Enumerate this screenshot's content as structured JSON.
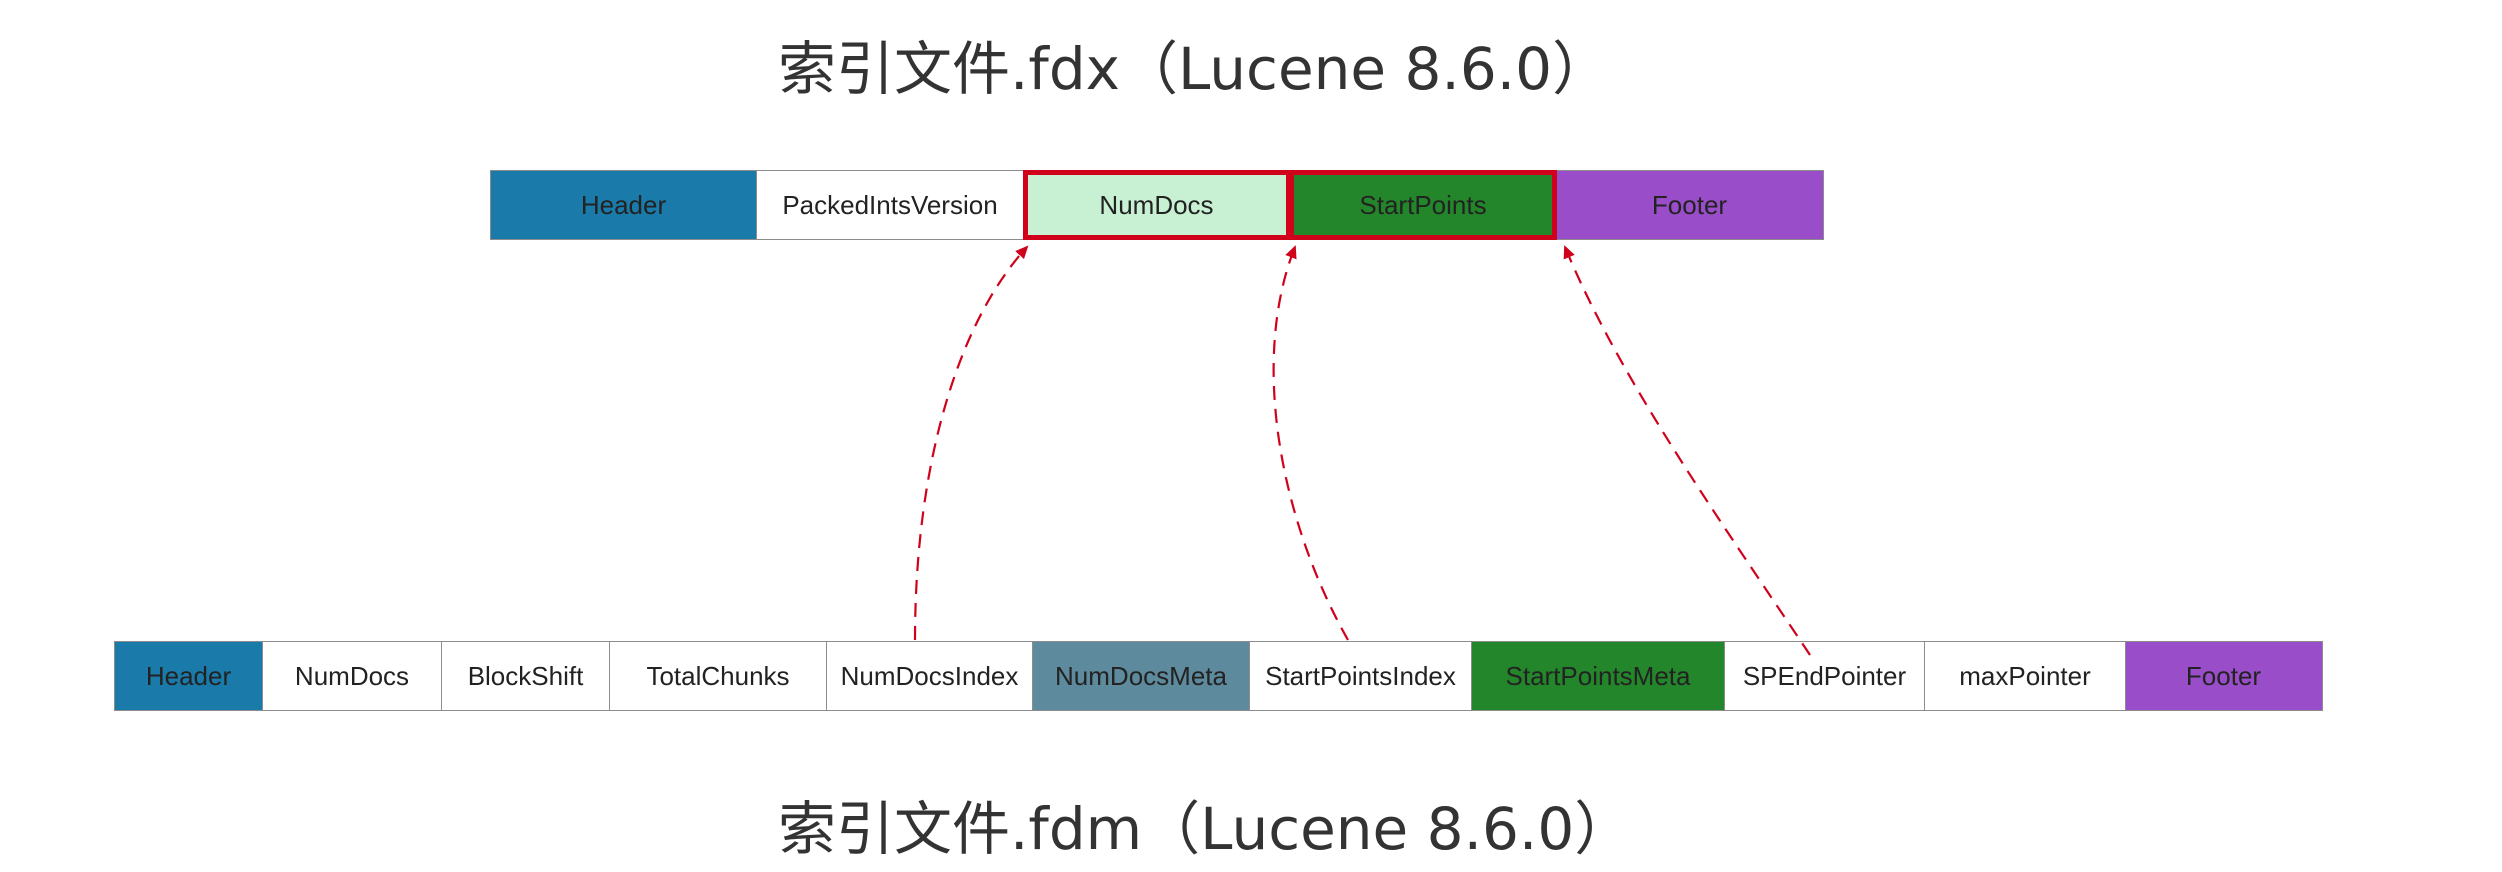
{
  "titles": {
    "fdx": "索引文件.fdx（Lucene 8.6.0）",
    "fdm": "索引文件.fdm（Lucene 8.6.0）"
  },
  "fdx_fields": [
    {
      "label": "Header",
      "color": "#1a7bab",
      "highlighted": false
    },
    {
      "label": "PackedIntsVersion",
      "color": "#ffffff",
      "highlighted": false
    },
    {
      "label": "NumDocs",
      "color": "#c8f0d2",
      "highlighted": true
    },
    {
      "label": "StartPoints",
      "color": "#23862a",
      "highlighted": true
    },
    {
      "label": "Footer",
      "color": "#9a4dc8",
      "highlighted": false
    }
  ],
  "fdm_fields": [
    {
      "label": "Header",
      "color": "#1a7bab"
    },
    {
      "label": "NumDocs",
      "color": "#ffffff"
    },
    {
      "label": "BlockShift",
      "color": "#ffffff"
    },
    {
      "label": "TotalChunks",
      "color": "#ffffff"
    },
    {
      "label": "NumDocsIndex",
      "color": "#ffffff"
    },
    {
      "label": "NumDocsMeta",
      "color": "#5d8a9c"
    },
    {
      "label": "StartPointsIndex",
      "color": "#ffffff"
    },
    {
      "label": "StartPointsMeta",
      "color": "#23862a"
    },
    {
      "label": "SPEndPointer",
      "color": "#ffffff"
    },
    {
      "label": "maxPointer",
      "color": "#ffffff"
    },
    {
      "label": "Footer",
      "color": "#9a4dc8"
    }
  ],
  "arrows": [
    {
      "from": "NumDocsIndex",
      "to": "NumDocs"
    },
    {
      "from": "StartPointsIndex",
      "to": "StartPoints"
    },
    {
      "from": "SPEndPointer",
      "to": "Footer"
    }
  ],
  "colors": {
    "arrow": "#d0021b",
    "highlight_border": "#d0021b"
  }
}
